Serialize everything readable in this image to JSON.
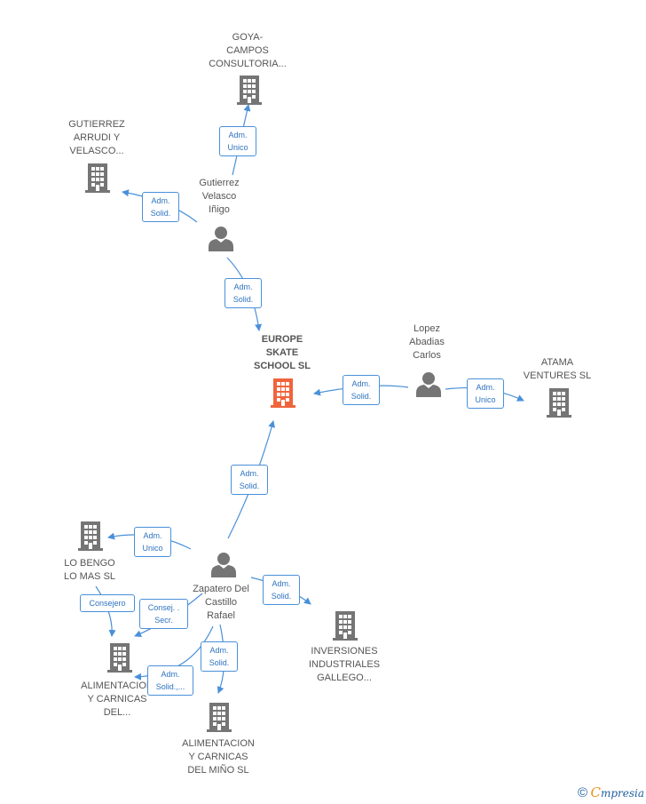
{
  "colors": {
    "edge": "#4a90d9",
    "node_gray": "#757575",
    "node_main": "#f0643c",
    "label": "#555555"
  },
  "nodes": {
    "goya": {
      "label": "GOYA-\nCAMPOS\nCONSULTORIA...",
      "kind": "company",
      "icon": "building-icon"
    },
    "gutierrez_arrudi": {
      "label": "GUTIERREZ\nARRUDI Y\nVELASCO...",
      "kind": "company",
      "icon": "building-icon"
    },
    "gutierrez_person": {
      "label": "Gutierrez\nVelasco\nIñigo",
      "kind": "person",
      "icon": "person-icon"
    },
    "europe": {
      "label": "EUROPE\nSKATE\nSCHOOL  SL",
      "kind": "main",
      "icon": "building-icon"
    },
    "lopez": {
      "label": "Lopez\nAbadias\nCarlos",
      "kind": "person",
      "icon": "person-icon"
    },
    "atama": {
      "label": "ATAMA\nVENTURES  SL",
      "kind": "company",
      "icon": "building-icon"
    },
    "lo_bengo": {
      "label": "LO BENGO\nLO MAS  SL",
      "kind": "company",
      "icon": "building-icon"
    },
    "zapatero": {
      "label": "Zapatero Del\nCastillo\nRafael",
      "kind": "person",
      "icon": "person-icon"
    },
    "inversiones": {
      "label": "INVERSIONES\nINDUSTRIALES\nGALLEGO...",
      "kind": "company",
      "icon": "building-icon"
    },
    "alimentacion1": {
      "label": "ALIMENTACION\nY CARNICAS\nDEL...",
      "kind": "company",
      "icon": "building-icon"
    },
    "alimentacion2": {
      "label": "ALIMENTACION\nY CARNICAS\nDEL MIÑO  SL",
      "kind": "company",
      "icon": "building-icon"
    }
  },
  "edges": {
    "e1": {
      "label": "Adm.\nUnico",
      "from": "gutierrez_person",
      "to": "goya"
    },
    "e2": {
      "label": "Adm.\nSolid.",
      "from": "gutierrez_person",
      "to": "gutierrez_arrudi"
    },
    "e3": {
      "label": "Adm.\nSolid.",
      "from": "gutierrez_person",
      "to": "europe"
    },
    "e4": {
      "label": "Adm.\nSolid.",
      "from": "lopez",
      "to": "europe"
    },
    "e5": {
      "label": "Adm.\nUnico",
      "from": "lopez",
      "to": "atama"
    },
    "e6": {
      "label": "Adm.\nSolid.",
      "from": "zapatero",
      "to": "europe"
    },
    "e7": {
      "label": "Adm.\nUnico",
      "from": "zapatero",
      "to": "lo_bengo"
    },
    "e8": {
      "label": "Consejero",
      "from": "lo_bengo",
      "to": "alimentacion1"
    },
    "e9": {
      "label": "Consej. .\nSecr.",
      "from": "zapatero",
      "to": "alimentacion1"
    },
    "e10": {
      "label": "Adm.\nSolid.",
      "from": "zapatero",
      "to": "inversiones"
    },
    "e11": {
      "label": "Adm.\nSolid.",
      "from": "zapatero",
      "to": "alimentacion2"
    },
    "e12": {
      "label": "Adm.\nSolid.,...",
      "from": "zapatero",
      "to": "alimentacion1"
    }
  },
  "footer": {
    "copyright": "©",
    "brand_first": "C",
    "brand_rest": "mpresia"
  }
}
